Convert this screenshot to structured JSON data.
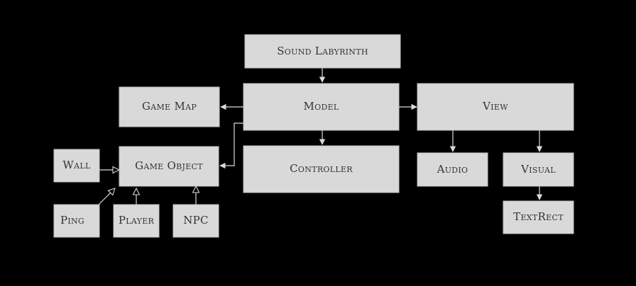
{
  "colors": {
    "background": "#000000",
    "box_fill": "#d9d9d9",
    "box_text": "#333333",
    "connector": "#d9d9d9"
  },
  "nodes": {
    "sound_labyrinth": "Sound Labyrinth",
    "model": "Model",
    "view": "View",
    "game_map": "Game Map",
    "controller": "Controller",
    "audio": "Audio",
    "visual": "Visual",
    "text_rect": "TextRect",
    "game_object": "Game Object",
    "wall": "Wall",
    "ping": "Ping",
    "player": "Player",
    "npc": "NPC"
  },
  "edges": [
    {
      "from": "sound_labyrinth",
      "to": "model",
      "kind": "association"
    },
    {
      "from": "model",
      "to": "game_map",
      "kind": "association"
    },
    {
      "from": "model",
      "to": "view",
      "kind": "association"
    },
    {
      "from": "model",
      "to": "controller",
      "kind": "association"
    },
    {
      "from": "model",
      "to": "game_object",
      "kind": "association"
    },
    {
      "from": "view",
      "to": "audio",
      "kind": "association"
    },
    {
      "from": "view",
      "to": "visual",
      "kind": "association"
    },
    {
      "from": "visual",
      "to": "text_rect",
      "kind": "association"
    },
    {
      "from": "wall",
      "to": "game_object",
      "kind": "inheritance"
    },
    {
      "from": "ping",
      "to": "game_object",
      "kind": "inheritance"
    },
    {
      "from": "player",
      "to": "game_object",
      "kind": "inheritance"
    },
    {
      "from": "npc",
      "to": "game_object",
      "kind": "inheritance"
    }
  ]
}
